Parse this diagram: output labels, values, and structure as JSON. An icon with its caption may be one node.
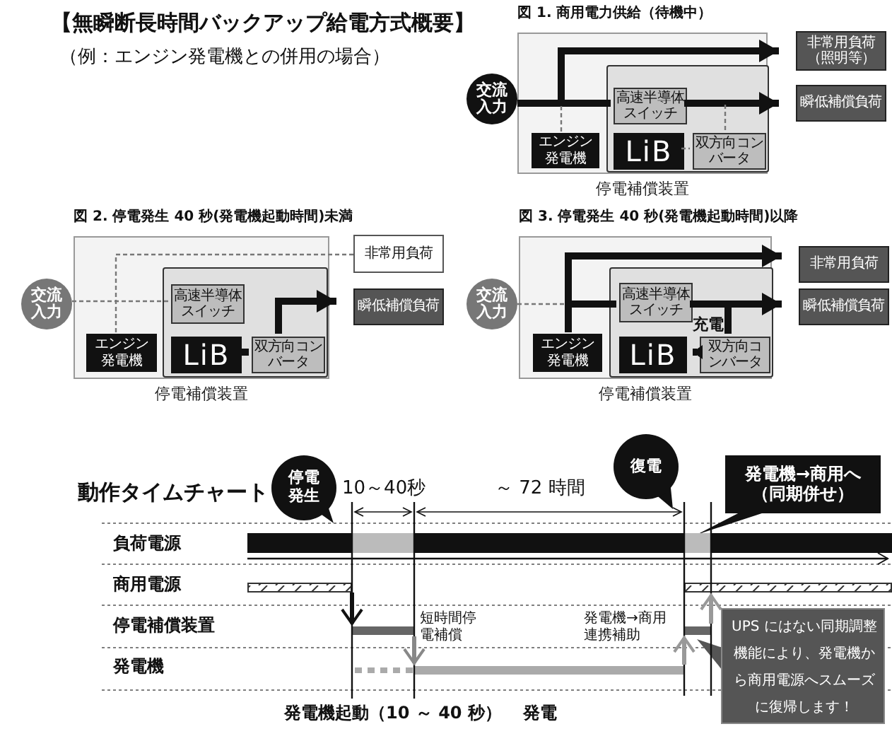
{
  "diagram": {
    "title": "【無瞬断長時間バックアップ給電方式概要】",
    "nodes": [
      {
        "text": [
          "停電補償装置"
        ]
      },
      {
        "text": [],
        "shape": "box",
        "in": 0
      },
      {
        "text": [
          "交流入力"
        ]
      },
      {
        "text": [
          "エンジン発電機"
        ],
        "in": 0
      },
      {
        "text": [
          "高速半導体スイッチ"
        ],
        "in": 1
      },
      {
        "text": [
          "LiB"
        ],
        "in": 1
      },
      {
        "text": [
          "双方向コンバータ"
        ],
        "in": 1
      },
      {
        "text": [
          "非常用負荷（照明等）"
        ]
      },
      {
        "text": [
          "瞬低補償負荷"
        ]
      },
      {
        "text": [
          "停電補償装置"
        ]
      },
      {
        "text": [],
        "shape": "box",
        "in": 9
      },
      {
        "text": [
          "交流入力"
        ]
      },
      {
        "text": [
          "エンジン発電機"
        ],
        "in": 9
      },
      {
        "text": [
          "高速半導体スイッチ"
        ],
        "in": 10
      },
      {
        "text": [
          "LiB"
        ],
        "in": 10
      },
      {
        "text": [
          "双方向コンバータ"
        ],
        "in": 10
      },
      {
        "text": [
          "非常用負荷"
        ]
      },
      {
        "text": [
          "瞬低補償負荷"
        ]
      },
      {
        "text": [
          "停電補償装置"
        ]
      },
      {
        "text": [],
        "shape": "box",
        "in": 18
      },
      {
        "text": [
          "交流入力"
        ]
      },
      {
        "text": [
          "エンジン発電機"
        ],
        "in": 18
      },
      {
        "text": [
          "高速半導体スイッチ"
        ],
        "in": 19
      },
      {
        "text": [
          "LiB"
        ],
        "in": 19
      },
      {
        "text": [
          "双方向コンバータ"
        ],
        "in": 19
      },
      {
        "text": [
          "非常用負荷"
        ]
      },
      {
        "text": [
          "瞬低補償負荷"
        ]
      },
      {
        "text": [
          "停電発生"
        ]
      },
      {
        "text": [
          "復電"
        ]
      },
      {
        "text": [
          "発電機→商用へ（同期併せ）"
        ]
      },
      {
        "text": [
          "UPS にはない同期調整機能により、発電機から商用電源へスムーズに復帰します！"
        ]
      }
    ],
    "edges": [
      {
        "from": 2,
        "to": 4,
        "arrow": "none"
      },
      {
        "from": 4,
        "to": 8,
        "arrow": "to"
      },
      {
        "from": 2,
        "to": 7,
        "arrow": "to"
      },
      {
        "from": 3,
        "to": null,
        "arrow": "none",
        "style": "dashed",
        "color": "#777777"
      },
      {
        "from": 6,
        "to": null,
        "arrow": "none",
        "style": "dashed",
        "color": "#777777"
      },
      {
        "from": 5,
        "to": 6,
        "arrow": "none",
        "style": "dashed",
        "color": "#777777"
      },
      {
        "from": 11,
        "to": 13,
        "arrow": "none",
        "style": "dashed",
        "color": "#777777"
      },
      {
        "from": 12,
        "to": 16,
        "arrow": "none",
        "style": "dashed",
        "color": "#777777"
      },
      {
        "from": 15,
        "to": 17,
        "arrow": "to"
      },
      {
        "from": 14,
        "to": 15,
        "arrow": "none"
      },
      {
        "from": 20,
        "to": null,
        "arrow": "none",
        "style": "dashed",
        "color": "#777777"
      },
      {
        "from": 21,
        "to": 25,
        "arrow": "to"
      },
      {
        "from": 21,
        "to": 22,
        "arrow": "none"
      },
      {
        "from": 22,
        "to": 26,
        "arrow": "to"
      },
      {
        "from": 22,
        "to": 24,
        "arrow": "none"
      },
      {
        "from": 24,
        "to": 23,
        "arrow": "to"
      }
    ],
    "labels": [
      "（例：エンジン発電機との併用の場合）",
      "図 1. 商用電力供給（待機中）",
      "図 2. 停電発生 40 秒(発電機起動時間)未満",
      "図 3. 停電発生 40 秒(発電機起動時間)以降",
      "充電",
      "動作タイムチャート",
      "10～40秒",
      "～ 72 時間",
      "負荷電源",
      "商用電源",
      "停電補償装置",
      "発電機",
      "短時間停電補償",
      "発電機→商用連携補助",
      "発電機起動（10 ～ 40 秒）",
      "発電"
    ]
  }
}
